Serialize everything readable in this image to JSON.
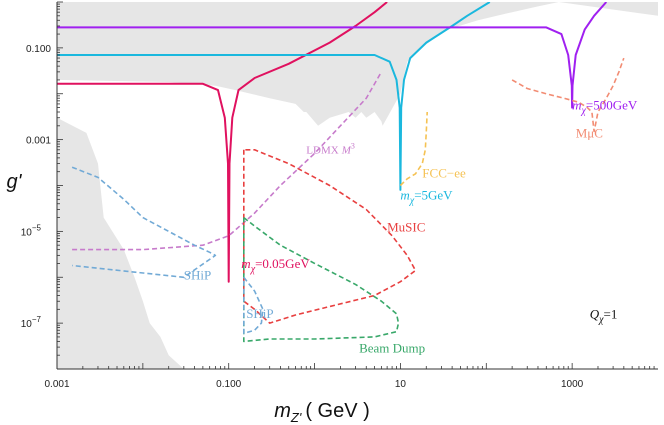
{
  "chart_data": {
    "type": "line",
    "xlabel": "m_Z' ( GeV )",
    "xlabel_main": "m",
    "xlabel_sub": "Z'",
    "xlabel_unit": "( GeV )",
    "ylabel": "g'",
    "xscale": "log",
    "yscale": "log",
    "xlim": [
      0.001,
      10000
    ],
    "ylim": [
      1e-08,
      1
    ],
    "xticks": [
      {
        "value": 0.001,
        "label": "0.001"
      },
      {
        "value": 0.1,
        "label": "0.100"
      },
      {
        "value": 10,
        "label": "10"
      },
      {
        "value": 1000,
        "label": "1000"
      }
    ],
    "yticks": [
      {
        "value": 0.1,
        "label": "0.100"
      },
      {
        "value": 0.001,
        "label": "0.001"
      },
      {
        "value": 1e-05,
        "label": "10",
        "exp": "−5"
      },
      {
        "value": 1e-07,
        "label": "10",
        "exp": "−7"
      }
    ],
    "excluded_region": {
      "color": "#e6e6e6",
      "upper": [
        [
          0.001,
          1
        ],
        [
          4000,
          1
        ],
        [
          4000,
          0.5
        ]
      ],
      "boundary": [
        [
          0.001,
          0.02
        ],
        [
          0.02,
          0.018
        ],
        [
          0.07,
          0.015
        ],
        [
          0.12,
          0.012
        ],
        [
          0.3,
          0.008
        ],
        [
          0.6,
          0.006
        ],
        [
          0.75,
          0.004
        ],
        [
          0.8,
          0.004
        ],
        [
          1.1,
          0.002
        ],
        [
          1.5,
          0.003
        ],
        [
          2.5,
          0.004
        ],
        [
          3,
          0.003
        ],
        [
          3.5,
          0.004
        ],
        [
          4,
          0.003
        ],
        [
          5,
          0.004
        ],
        [
          6,
          0.0025
        ],
        [
          6.2,
          0.002
        ],
        [
          7,
          0.003
        ],
        [
          10,
          0.01
        ],
        [
          12,
          0.05
        ],
        [
          20,
          0.12
        ],
        [
          35,
          0.25
        ],
        [
          80,
          0.4
        ],
        [
          200,
          0.6
        ],
        [
          400,
          0.8
        ],
        [
          700,
          1
        ]
      ],
      "left_band": [
        [
          0.001,
          0.003
        ],
        [
          0.0022,
          0.0014
        ],
        [
          0.003,
          0.0003
        ],
        [
          0.0035,
          2e-05
        ],
        [
          0.006,
          4e-06
        ],
        [
          0.008,
          1e-06
        ],
        [
          0.01,
          3e-07
        ],
        [
          0.012,
          1e-07
        ],
        [
          0.016,
          5e-08
        ],
        [
          0.02,
          2e-08
        ],
        [
          0.03,
          1e-08
        ]
      ]
    },
    "series": [
      {
        "name": "m_χ=0.05GeV",
        "color": "#e0115f",
        "style": "solid",
        "points": [
          [
            0.001,
            0.0165
          ],
          [
            0.05,
            0.0165
          ],
          [
            0.075,
            0.012
          ],
          [
            0.09,
            0.003
          ],
          [
            0.098,
            0.0003
          ],
          [
            0.1,
            8e-07
          ],
          [
            0.102,
            0.0003
          ],
          [
            0.11,
            0.003
          ],
          [
            0.13,
            0.012
          ],
          [
            0.2,
            0.022
          ],
          [
            0.5,
            0.045
          ],
          [
            1.5,
            0.13
          ],
          [
            3,
            0.3
          ],
          [
            5,
            0.6
          ],
          [
            7,
            1
          ]
        ]
      },
      {
        "name": "m_χ=5GeV",
        "color": "#1bb8de",
        "style": "solid",
        "points": [
          [
            0.001,
            0.07
          ],
          [
            5,
            0.07
          ],
          [
            7.5,
            0.05
          ],
          [
            9,
            0.02
          ],
          [
            9.8,
            0.005
          ],
          [
            10,
            8e-05
          ],
          [
            10.2,
            0.005
          ],
          [
            11,
            0.02
          ],
          [
            13,
            0.06
          ],
          [
            20,
            0.13
          ],
          [
            40,
            0.3
          ],
          [
            60,
            0.5
          ],
          [
            100,
            0.9
          ],
          [
            110,
            1
          ]
        ]
      },
      {
        "name": "m_χ=500GeV",
        "color": "#a020f0",
        "style": "solid",
        "points": [
          [
            0.001,
            0.28
          ],
          [
            500,
            0.28
          ],
          [
            750,
            0.2
          ],
          [
            900,
            0.07
          ],
          [
            990,
            0.015
          ],
          [
            1000,
            0.005
          ],
          [
            1010,
            0.015
          ],
          [
            1100,
            0.07
          ],
          [
            1400,
            0.25
          ],
          [
            1800,
            0.5
          ],
          [
            2500,
            1
          ]
        ]
      },
      {
        "name": "LDMX M³",
        "color": "#c77bcb",
        "style": "dashed",
        "points": [
          [
            0.0015,
            4e-06
          ],
          [
            0.01,
            4e-06
          ],
          [
            0.05,
            5e-06
          ],
          [
            0.1,
            8e-06
          ],
          [
            0.2,
            2.5e-05
          ],
          [
            0.4,
            0.0001
          ],
          [
            1,
            0.0005
          ],
          [
            2,
            0.002
          ],
          [
            4,
            0.008
          ],
          [
            6,
            0.03
          ]
        ]
      },
      {
        "name": "FCC−ee",
        "color": "#f5c253",
        "style": "dashed",
        "points": [
          [
            10,
            0.0001
          ],
          [
            12,
            0.00014
          ],
          [
            15,
            0.00018
          ],
          [
            18,
            0.0003
          ],
          [
            19.5,
            0.0006
          ],
          [
            20,
            0.0015
          ],
          [
            20.5,
            0.004
          ]
        ]
      },
      {
        "name": "MμC",
        "color": "#f28c73",
        "style": "dashed",
        "points": [
          [
            200,
            0.02
          ],
          [
            300,
            0.013
          ],
          [
            500,
            0.01
          ],
          [
            800,
            0.008
          ],
          [
            1200,
            0.0065
          ],
          [
            1500,
            0.005
          ],
          [
            1700,
            0.004
          ],
          [
            1800,
            0.0015
          ],
          [
            2000,
            0.004
          ],
          [
            2500,
            0.008
          ],
          [
            3000,
            0.015
          ],
          [
            3500,
            0.03
          ],
          [
            4000,
            0.06
          ]
        ]
      },
      {
        "name": "MuSIC",
        "color": "#e84040",
        "style": "dashed",
        "points": [
          [
            0.15,
            0.0006
          ],
          [
            0.15,
            3e-07
          ],
          [
            0.2,
            2e-07
          ],
          [
            0.3,
            1e-07
          ],
          [
            0.6,
            1.5e-07
          ],
          [
            1.5,
            2.3e-07
          ],
          [
            5,
            4e-07
          ],
          [
            10,
            8e-07
          ],
          [
            15,
            1.4e-06
          ],
          [
            12,
            3e-06
          ],
          [
            8,
            8e-06
          ],
          [
            4,
            3e-05
          ],
          [
            1.5,
            0.0001
          ],
          [
            0.5,
            0.0003
          ],
          [
            0.2,
            0.0006
          ],
          [
            0.15,
            0.0006
          ]
        ]
      },
      {
        "name": "Beam Dump",
        "color": "#39a86a",
        "style": "dashed",
        "points": [
          [
            0.15,
            2e-05
          ],
          [
            0.2,
            1.3e-05
          ],
          [
            0.4,
            5e-06
          ],
          [
            1,
            2e-06
          ],
          [
            3,
            7e-07
          ],
          [
            6,
            3e-07
          ],
          [
            9,
            1.6e-07
          ],
          [
            9.5,
            1e-07
          ],
          [
            9,
            6.5e-08
          ],
          [
            5,
            5e-08
          ],
          [
            1,
            4.5e-08
          ],
          [
            0.3,
            4.5e-08
          ],
          [
            0.15,
            4e-08
          ],
          [
            0.15,
            2e-05
          ]
        ]
      },
      {
        "name": "SHiP",
        "color": "#72aad6",
        "style": "dashed",
        "points": [
          [
            0.0015,
            0.00025
          ],
          [
            0.003,
            0.00015
          ],
          [
            0.006,
            5e-05
          ],
          [
            0.01,
            2e-05
          ],
          [
            0.02,
            1e-05
          ],
          [
            0.04,
            5e-06
          ],
          [
            0.06,
            3.5e-06
          ],
          [
            0.07,
            3e-06
          ],
          [
            0.03,
            1e-06
          ],
          [
            0.0015,
            1.8e-06
          ]
        ]
      },
      {
        "name": "SHiP-inner",
        "color": "#72aad6",
        "style": "dashed",
        "points": [
          [
            0.15,
            1e-06
          ],
          [
            0.2,
            5e-07
          ],
          [
            0.25,
            2e-07
          ],
          [
            0.24,
            1e-07
          ],
          [
            0.2,
            7e-08
          ],
          [
            0.15,
            6e-08
          ],
          [
            0.15,
            1e-06
          ]
        ]
      }
    ],
    "annotations": [
      {
        "text": "m",
        "sub": "χ",
        "rest": "=500GeV",
        "at": [
          1000,
          0.0045
        ],
        "color": "#a020f0",
        "anchor": "start"
      },
      {
        "text": "m",
        "sub": "χ",
        "rest": "=5GeV",
        "at": [
          10,
          5e-05
        ],
        "color": "#1bb8de",
        "anchor": "start"
      },
      {
        "text": "m",
        "sub": "χ",
        "rest": "=0.05GeV",
        "at": [
          0.14,
          1.6e-06
        ],
        "color": "#e0115f",
        "anchor": "start"
      },
      {
        "text": "LDMX",
        "sup": "M",
        "supexp": "3",
        "at": [
          0.8,
          0.0005
        ],
        "color": "#c77bcb",
        "anchor": "start"
      },
      {
        "text": "FCC−ee",
        "at": [
          18,
          0.00015
        ],
        "color": "#f5c253",
        "anchor": "start"
      },
      {
        "text": "MμC",
        "at": [
          1100,
          0.0011
        ],
        "color": "#f28c73",
        "anchor": "start"
      },
      {
        "text": "MuSIC",
        "at": [
          7,
          1e-05
        ],
        "color": "#e84040",
        "anchor": "start"
      },
      {
        "text": "SHiP",
        "at": [
          0.03,
          9e-07
        ],
        "color": "#72aad6",
        "anchor": "start"
      },
      {
        "text": "SHiP",
        "at": [
          0.16,
          1.3e-07
        ],
        "color": "#72aad6",
        "anchor": "start",
        "small": true
      },
      {
        "text": "Beam Dump",
        "at": [
          3.3,
          2.3e-08
        ],
        "color": "#39a86a",
        "anchor": "start"
      },
      {
        "text": "Q",
        "sub": "χ",
        "rest": "=1",
        "at": [
          1600,
          1.25e-07
        ],
        "color": "#111111",
        "anchor": "start"
      }
    ]
  }
}
